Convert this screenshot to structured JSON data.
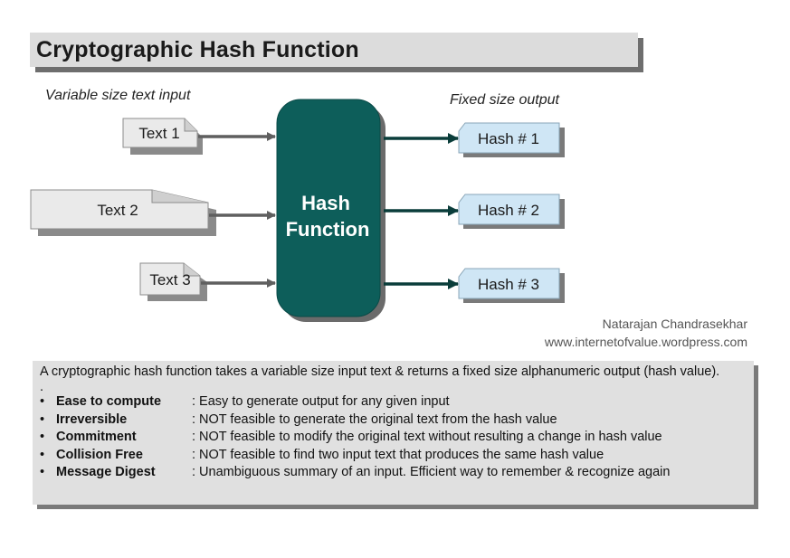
{
  "title": "Cryptographic Hash Function",
  "captions": {
    "input": "Variable size text input",
    "output": "Fixed size output"
  },
  "inputs": [
    {
      "label": "Text 1"
    },
    {
      "label": "Text 2"
    },
    {
      "label": "Text 3"
    }
  ],
  "center": {
    "line1": "Hash",
    "line2": "Function"
  },
  "outputs": [
    {
      "label": "Hash # 1"
    },
    {
      "label": "Hash # 2"
    },
    {
      "label": "Hash # 3"
    }
  ],
  "credit": {
    "name": "Natarajan Chandrasekhar",
    "site": "www.internetofvalue.wordpress.com"
  },
  "description": {
    "intro": "A cryptographic hash function takes a variable size input text & returns a fixed size alphanumeric output (hash value).",
    "dot": ".",
    "bullets": [
      {
        "term": "Ease to compute",
        "def": ": Easy to generate output for any given input"
      },
      {
        "term": "Irreversible",
        "def": ": NOT feasible to generate the original text from the hash value"
      },
      {
        "term": "Commitment",
        "def": ": NOT feasible to modify the original text without resulting a change in hash value"
      },
      {
        "term": "Collision Free",
        "def": ": NOT feasible to find two input text that produces the same hash value"
      },
      {
        "term": "Message Digest",
        "def": ": Unambiguous summary of an input. Efficient way to remember & recognize again"
      }
    ]
  },
  "colors": {
    "center_fill": "#0d5e5a",
    "output_fill": "#cfe6f5",
    "input_fill": "#e9e9e9",
    "output_arrow": "#0a3d3a",
    "input_arrow": "#5f5f5f"
  }
}
